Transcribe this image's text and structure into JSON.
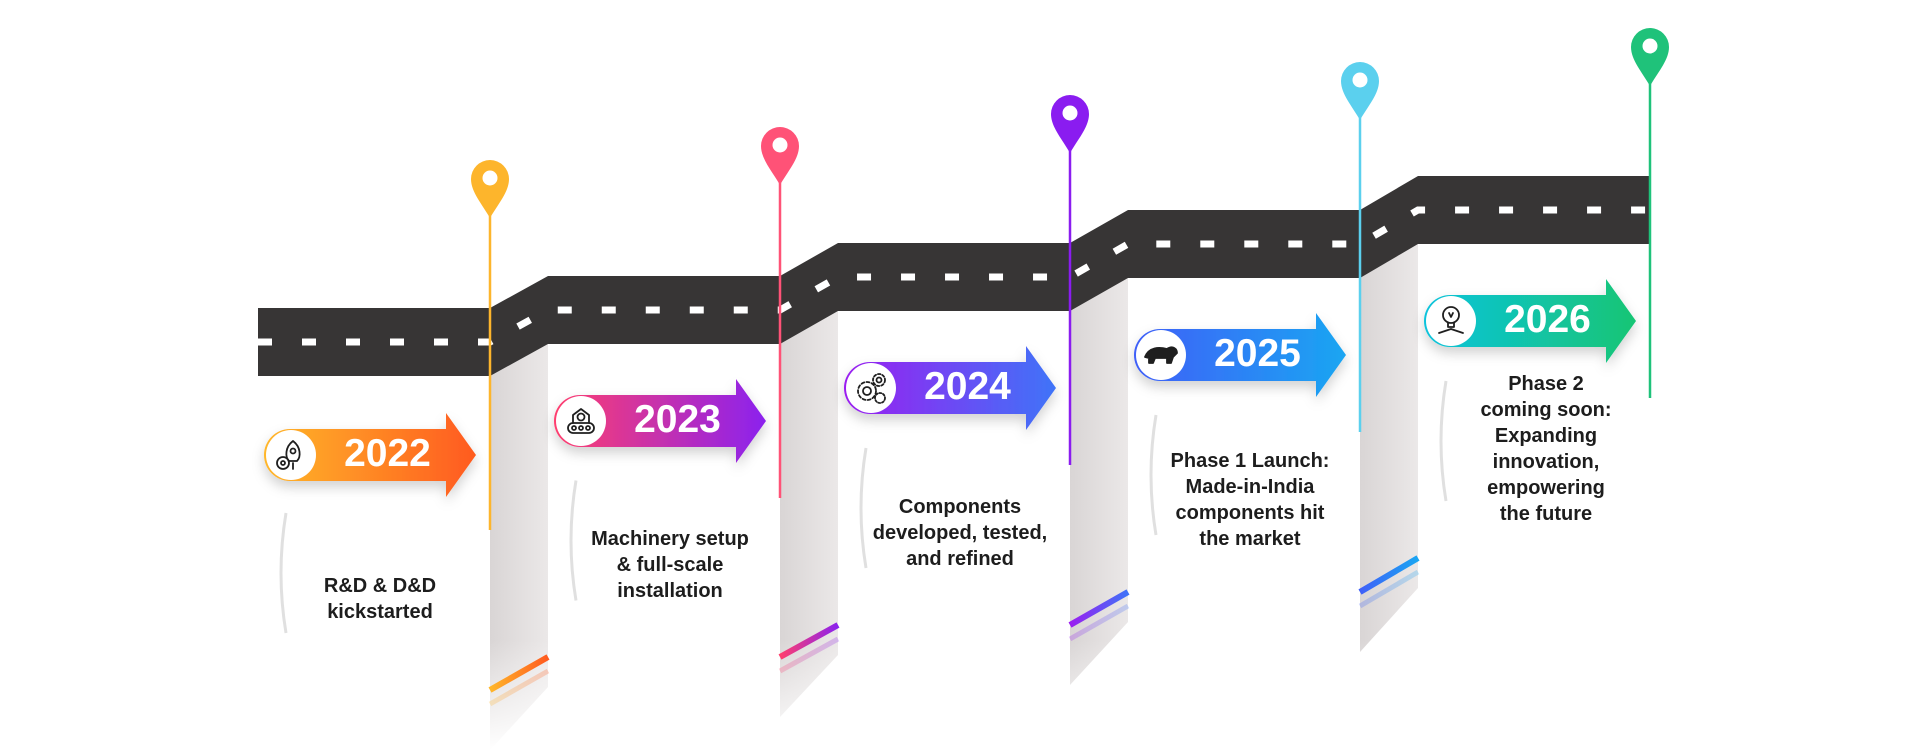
{
  "milestones": [
    {
      "year": "2022",
      "text": "R&D & D&D kickstarted",
      "icon": "rocket-gear-icon",
      "colors": [
        "#ffb72a",
        "#ff5a1f"
      ],
      "pin_color": "#fdb52c"
    },
    {
      "year": "2023",
      "text": "Machinery setup & full-scale installation",
      "icon": "machinery-icon",
      "colors": [
        "#ff3f6e",
        "#8b22ee"
      ],
      "pin_color": "#ff5277"
    },
    {
      "year": "2024",
      "text": "Components developed, tested, and refined",
      "icon": "gears-icon",
      "colors": [
        "#9b1ef0",
        "#3f74f8"
      ],
      "pin_color": "#8a1cf0"
    },
    {
      "year": "2025",
      "text": "Phase 1 Launch: Made-in-India components hit the market",
      "icon": "india-lion-icon",
      "colors": [
        "#3f5ff8",
        "#1aa6f2"
      ],
      "pin_color": "#5bd0ee"
    },
    {
      "year": "2026",
      "text": "Phase 2 coming soon: Expanding innovation, empowering the future",
      "icon": "idea-bulb-icon",
      "colors": [
        "#0fc3dc",
        "#14c574"
      ],
      "pin_color": "#1fc27a"
    }
  ],
  "colors": {
    "road": "#373535",
    "road_dash": "#ffffff",
    "wall": "#e4e1e1"
  }
}
